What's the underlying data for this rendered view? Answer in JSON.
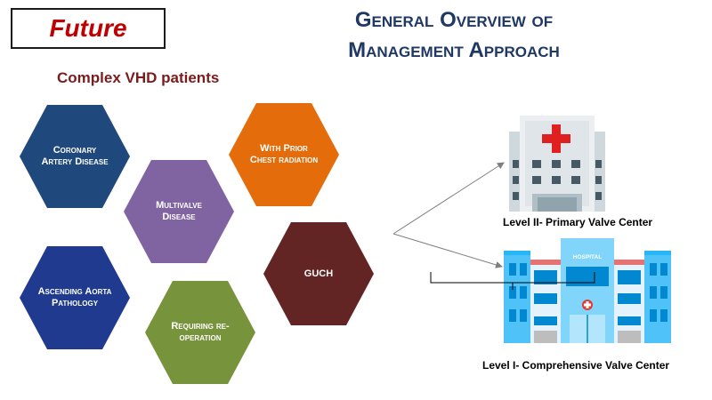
{
  "header": {
    "future_label": "Future",
    "title_line1": "General Overview of",
    "title_line2": "Management Approach"
  },
  "subtitle": "Complex VHD patients",
  "hexagons": [
    {
      "label": "Coronary Artery Disease",
      "color": "#1f497d"
    },
    {
      "label": "With Prior Chest radiation",
      "color": "#e46c0a"
    },
    {
      "label": "Multivalve Disease",
      "color": "#8064a2"
    },
    {
      "label": "GUCH",
      "color": "#632523"
    },
    {
      "label": "Ascending Aorta Pathology",
      "color": "#1f3a8f"
    },
    {
      "label": "Requiring re-operation",
      "color": "#77933c"
    }
  ],
  "levels": {
    "primary_label": "Level II- Primary Valve Center",
    "comprehensive_label": "Level I- Comprehensive Valve Center",
    "hospital_sign": "HOSPITAL"
  },
  "colors": {
    "title": "#1f3864",
    "future": "#c00000",
    "subtitle": "#7b1c1c"
  },
  "icons": [
    "hospital-small-icon",
    "hospital-large-icon"
  ]
}
